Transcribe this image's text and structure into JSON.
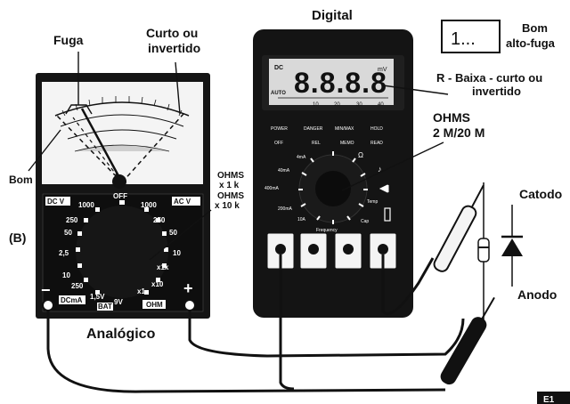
{
  "callouts": {
    "digital": "Digital",
    "fuga": "Fuga",
    "curto_line1": "Curto ou",
    "curto_line2": "invertido",
    "bom_left": "Bom",
    "b_label": "(B)",
    "ohms_x1k_a": "OHMS",
    "ohms_x1k_b": "x 1 k",
    "ohms_x10k_a": "OHMS",
    "ohms_x10k_b": "x 10 k",
    "analogico": "Analógico",
    "bom_right_1": "Bom",
    "bom_right_2": "alto-fuga",
    "r_baixa_1": "R - Baixa - curto ou",
    "r_baixa_2": "invertido",
    "ohms_2m_1": "OHMS",
    "ohms_2m_2": "2 M/20 M",
    "catodo": "Catodo",
    "anodo": "Anodo",
    "display_box": "1...",
    "corner_tag": "E1"
  },
  "analog_meter": {
    "off": "OFF",
    "dcv": "DC V",
    "acv": "AC V",
    "dcv_1000": "1000",
    "acv_1000": "1000",
    "left_250": "250",
    "left_50": "50",
    "left_2_5": "2,5",
    "left_10": "10",
    "left_250b": "250",
    "right_250": "250",
    "right_50": "50",
    "right_10": "10",
    "x1k": "x1k",
    "x10": "x10",
    "x1": "x1",
    "v15": "1,5V",
    "bat": "BAT",
    "nine_v": "9V",
    "dcma": "DCmA",
    "ohm": "OHM",
    "minus": "−",
    "plus": "+"
  },
  "digital_meter": {
    "lcd_dc": "DC",
    "lcd_auto": "AUTO",
    "lcd_digits": "8.8.8.8",
    "lcd_mv": "mV",
    "scale_10": "10",
    "scale_20": "20",
    "scale_30": "30",
    "scale_40": "40",
    "btn_power": "POWER",
    "btn_danger": "DANGER",
    "btn_minmax": "MIN/MAX",
    "btn_hold": "HOLD",
    "btn_off": "OFF",
    "btn_rel": "REL",
    "btn_memo": "MEMO",
    "btn_read": "READ",
    "r_4ma": "4mA",
    "r_40ma": "40mA",
    "r_400ma": "400mA",
    "r_200ma": "200mA",
    "r_10a": "10A",
    "r_freq": "Frequency",
    "r_cap": "Cap",
    "r_temp": "Temp",
    "r_omega": "Ω"
  },
  "colors": {
    "ink": "#111111",
    "paper": "#ffffff",
    "lcd": "#d9d9d9"
  }
}
